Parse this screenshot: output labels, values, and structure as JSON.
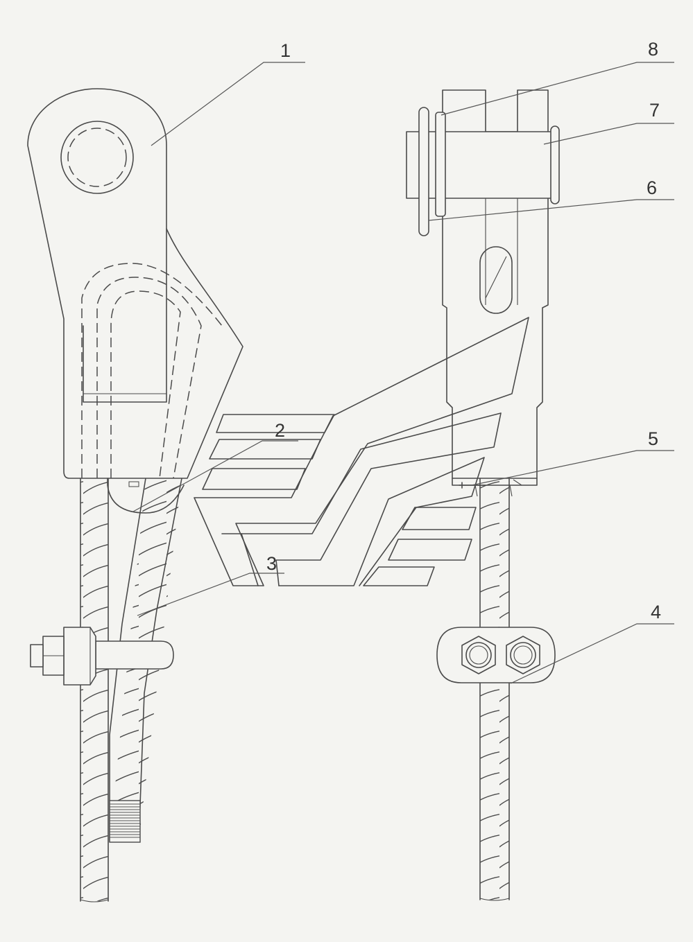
{
  "diagram": {
    "callouts": [
      {
        "id": "callout-1",
        "text": "1"
      },
      {
        "id": "callout-2",
        "text": "2"
      },
      {
        "id": "callout-3",
        "text": "3"
      },
      {
        "id": "callout-4",
        "text": "4"
      },
      {
        "id": "callout-5",
        "text": "5"
      },
      {
        "id": "callout-6",
        "text": "6"
      },
      {
        "id": "callout-7",
        "text": "7"
      },
      {
        "id": "callout-8",
        "text": "8"
      }
    ]
  }
}
